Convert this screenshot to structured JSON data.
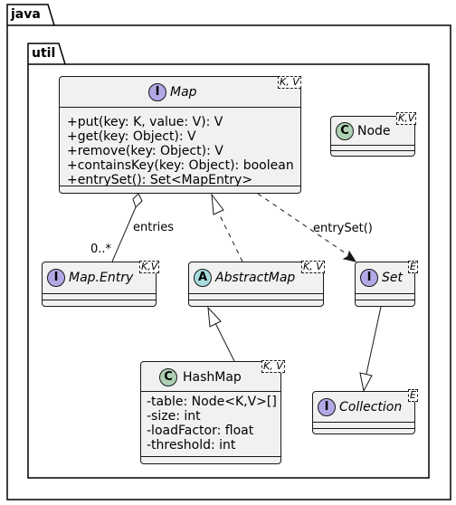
{
  "packages": {
    "outer": {
      "name": "java"
    },
    "inner": {
      "name": "util"
    }
  },
  "stereotype_colors": {
    "interface": "#b4a7e5",
    "class": "#add1b2",
    "abstract": "#a9dcdf"
  },
  "classes": {
    "map": {
      "stereotype": "I",
      "name": "Map",
      "type_params": "K, V",
      "members": [
        "+put(key: K, value: V): V",
        "+get(key: Object): V",
        "+remove(key: Object): V",
        "+containsKey(key: Object): boolean",
        "+entrySet(): Set<MapEntry>"
      ]
    },
    "node": {
      "stereotype": "C",
      "name": "Node",
      "type_params": "K,V"
    },
    "map_entry": {
      "stereotype": "I",
      "name": "Map.Entry",
      "type_params": "K,V"
    },
    "abstract_map": {
      "stereotype": "A",
      "name": "AbstractMap",
      "type_params": "K, V"
    },
    "set": {
      "stereotype": "I",
      "name": "Set",
      "type_params": "E"
    },
    "hash_map": {
      "stereotype": "C",
      "name": "HashMap",
      "type_params": "K, V",
      "members": [
        "-table: Node<K,V>[]",
        "-size: int",
        "-loadFactor: float",
        "-threshold: int"
      ]
    },
    "collection": {
      "stereotype": "I",
      "name": "Collection",
      "type_params": "E"
    }
  },
  "relations": {
    "map_entries": {
      "label": "entries",
      "multiplicity": "0..*"
    },
    "map_entryset": {
      "label": "entrySet()"
    }
  }
}
